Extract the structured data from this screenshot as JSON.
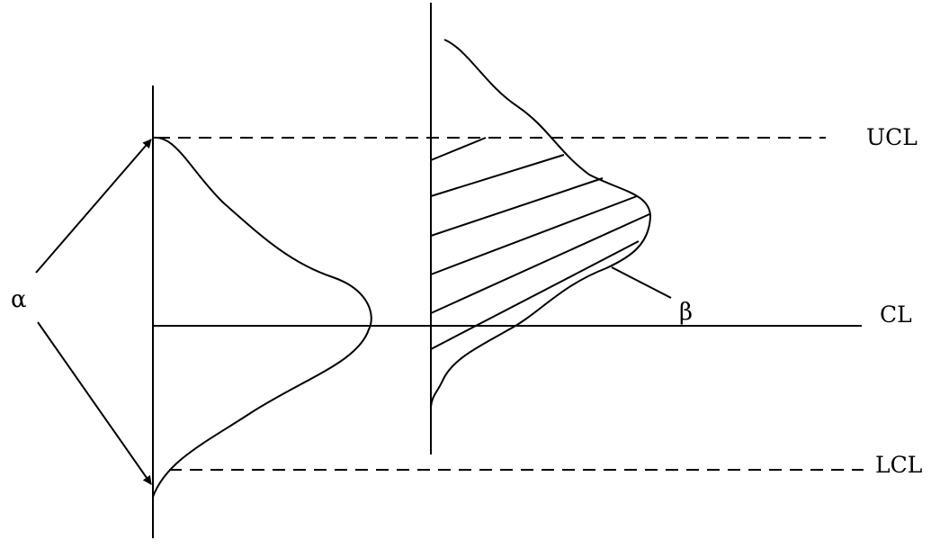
{
  "diagram": {
    "control_limits": {
      "ucl": "UCL",
      "cl": "CL",
      "lcl": "LCL"
    },
    "error_labels": {
      "alpha": "α",
      "beta": "β"
    }
  }
}
